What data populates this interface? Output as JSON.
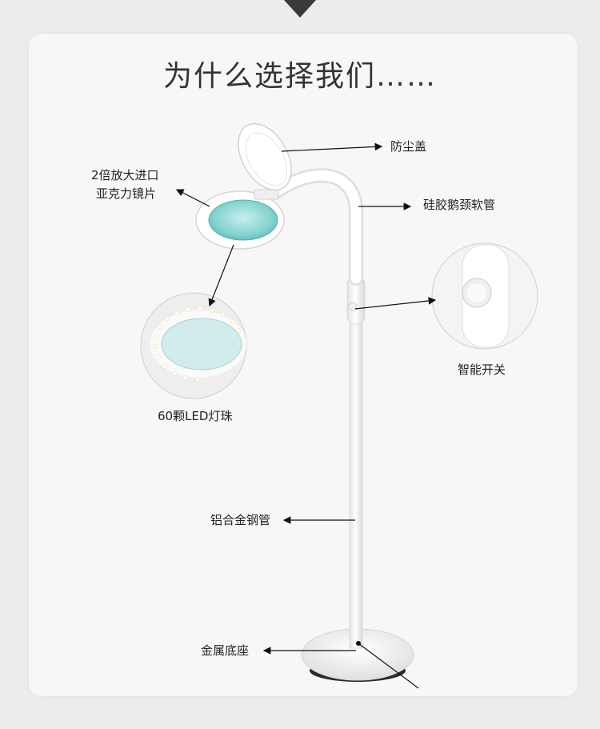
{
  "title": "为什么选择我们……",
  "labels": {
    "dust_cover": "防尘盖",
    "magnifier_line1": "2倍放大进口",
    "magnifier_line2": "亚克力镜片",
    "gooseneck": "硅胶鹅颈软管",
    "switch": "智能开关",
    "led": "60颗LED灯珠",
    "steel_tube": "铝合金钢管",
    "base": "金属底座"
  },
  "colors": {
    "background": "#ececec",
    "card": "#f7f7f7",
    "lamp_white": "#ffffff",
    "lens": "#8fd6d2",
    "text": "#222222"
  }
}
